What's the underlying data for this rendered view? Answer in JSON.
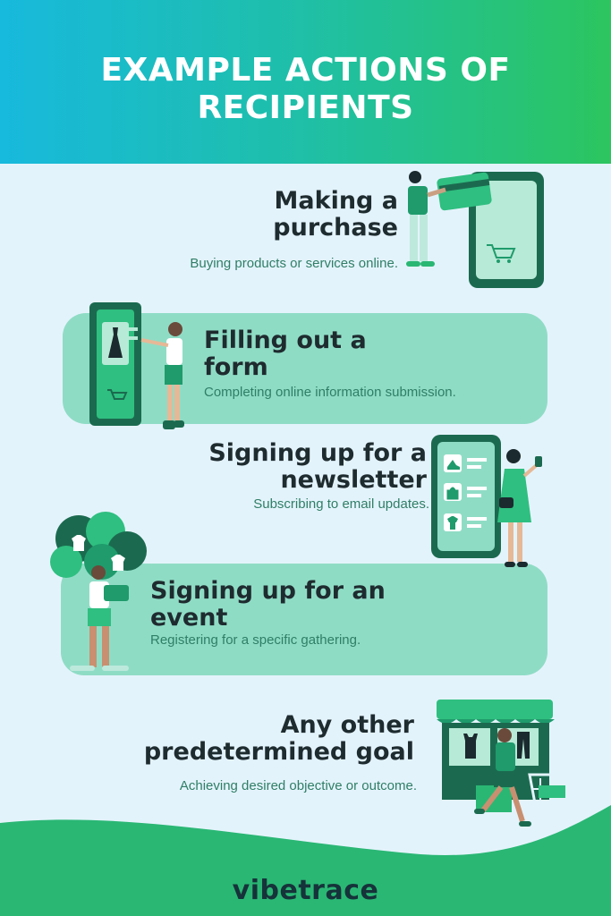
{
  "header": {
    "title_line1": "EXAMPLE ACTIONS OF",
    "title_line2": "RECIPIENTS"
  },
  "actions": [
    {
      "title_line1": "Making a",
      "title_line2": "purchase",
      "description": "Buying products or services online."
    },
    {
      "title_line1": "Filling out a",
      "title_line2": "form",
      "description": "Completing online information submission."
    },
    {
      "title_line1": "Signing up for a",
      "title_line2": "newsletter",
      "description": "Subscribing to email updates."
    },
    {
      "title_line1": "Signing up for an",
      "title_line2": "event",
      "description": "Registering for a specific gathering."
    },
    {
      "title_line1": "Any other",
      "title_line2": "predetermined goal",
      "description": "Achieving desired objective or outcome."
    }
  ],
  "footer": {
    "logo": "vibetrace"
  },
  "colors": {
    "header_start": "#17b9dd",
    "header_end": "#2cc55f",
    "background": "#e3f3fb",
    "band": "#8fdcc5",
    "accent": "#1f9b6c",
    "dark_green": "#1b6a4f",
    "footer": "#2ab774"
  },
  "icons": [
    "shopping-cart-icon",
    "dress-icon",
    "shoe-icon",
    "handbag-icon",
    "t-shirt-icon",
    "storefront-icon"
  ]
}
